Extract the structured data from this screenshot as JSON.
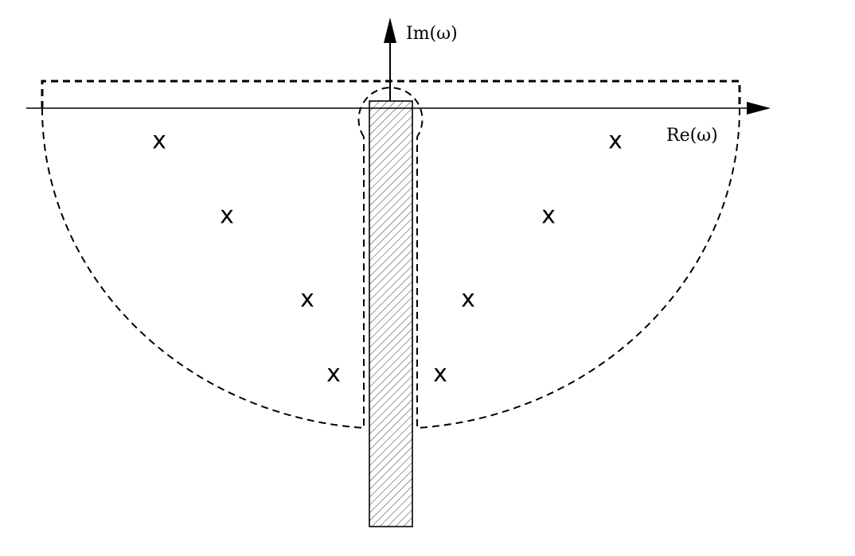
{
  "axes": {
    "real_label": "Re(ω)",
    "imag_label": "Im(ω)"
  },
  "poles": {
    "marker": "x",
    "items": [
      {
        "label": "x"
      },
      {
        "label": "x"
      },
      {
        "label": "x"
      },
      {
        "label": "x"
      },
      {
        "label": "x"
      },
      {
        "label": "x"
      },
      {
        "label": "x"
      },
      {
        "label": "x"
      }
    ]
  },
  "colors": {
    "stroke": "#000000",
    "background": "#ffffff"
  }
}
